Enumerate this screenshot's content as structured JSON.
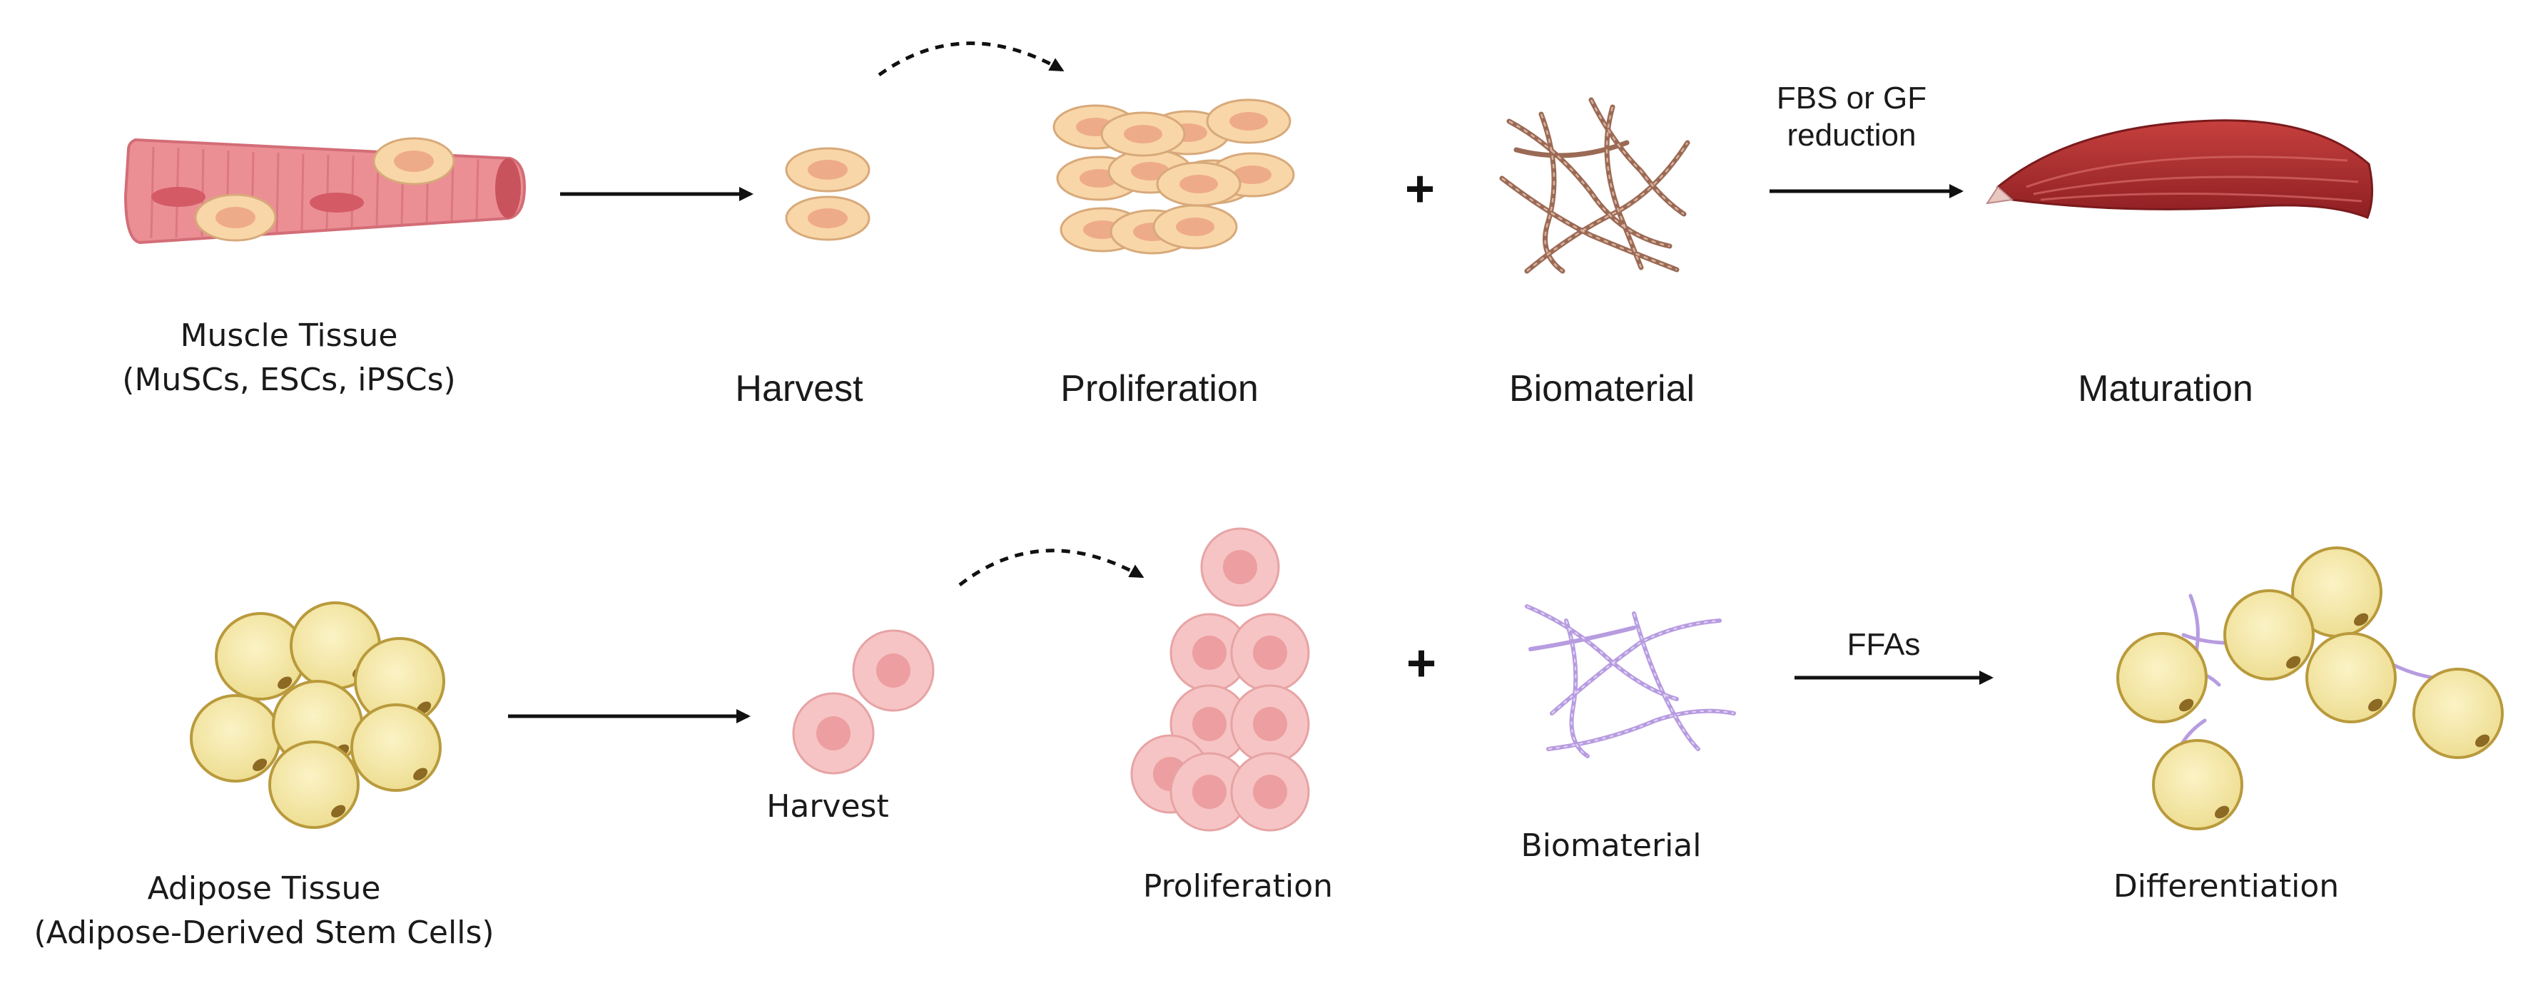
{
  "row1": {
    "source_label": [
      "Muscle Tissue",
      "(MuSCs, ESCs, iPSCs)"
    ],
    "step_harvest": "Harvest",
    "step_proliferation": "Proliferation",
    "step_biomaterial": "Biomaterial",
    "step_final": "Maturation",
    "arrow_note": [
      "FBS or GF",
      "reduction"
    ],
    "plus": "+"
  },
  "row2": {
    "source_label": [
      "Adipose Tissue",
      "(Adipose-Derived Stem Cells)"
    ],
    "step_harvest": "Harvest",
    "step_proliferation": "Proliferation",
    "step_biomaterial": "Biomaterial",
    "step_final": "Differentiation",
    "arrow_note": "FFAs",
    "plus": "+"
  },
  "colors": {
    "muscle_cell_fill": "#f8d6a8",
    "muscle_cell_nucleus": "#eeab8a",
    "muscle_fiber": "#eb8f95",
    "muscle_mature": "#a82a2a",
    "scaffold_brown": "#9b6a55",
    "scaffold_purple": "#b79ce0",
    "stem_cell_fill": "#f6c4c4",
    "stem_cell_nucleus": "#ec9ea0",
    "adipocyte_fill": "#f7ebad",
    "adipocyte_edge": "#b99a3c",
    "arrow": "#111111"
  }
}
